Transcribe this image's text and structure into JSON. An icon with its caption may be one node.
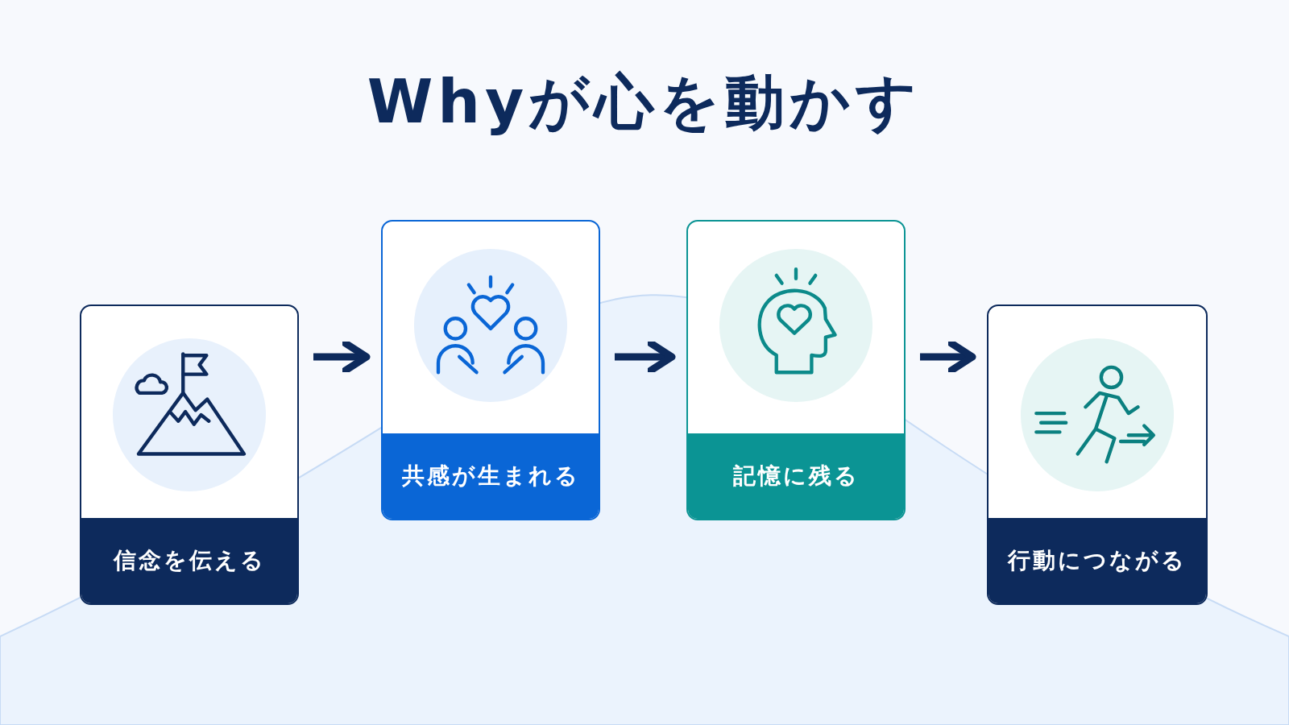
{
  "diagram": {
    "title": "Whyが心を動かす",
    "nodes": [
      {
        "text": [
          "信念を伝える"
        ]
      },
      {
        "text": [
          "共感が生まれる"
        ]
      },
      {
        "text": [
          "記憶に残る"
        ]
      },
      {
        "text": [
          "行動につながる"
        ]
      }
    ],
    "edges": [
      {
        "from": 0,
        "to": 1,
        "arrow": "to"
      },
      {
        "from": 1,
        "to": 2,
        "arrow": "to"
      },
      {
        "from": 2,
        "to": 3,
        "arrow": "to"
      }
    ]
  }
}
